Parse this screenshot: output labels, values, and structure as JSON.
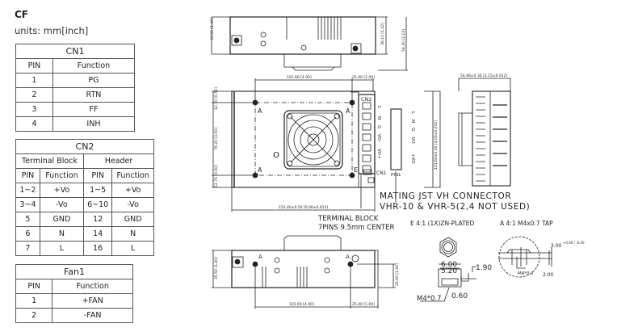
{
  "header": {
    "title": "CF",
    "units": "units: mm[inch]"
  },
  "cn1": {
    "title": "CN1",
    "columns": [
      "PIN",
      "Function"
    ],
    "rows": [
      [
        "1",
        "PG"
      ],
      [
        "2",
        "RTN"
      ],
      [
        "3",
        "FF"
      ],
      [
        "4",
        "INH"
      ]
    ]
  },
  "cn2": {
    "title": "CN2",
    "groups": [
      "Terminal Block",
      "Header"
    ],
    "columns": [
      "PIN",
      "Function",
      "PIN",
      "Function"
    ],
    "rows": [
      [
        "1~2",
        "+Vo",
        "1~5",
        "+Vo"
      ],
      [
        "3~4",
        "-Vo",
        "6~10",
        "-Vo"
      ],
      [
        "5",
        "GND",
        "12",
        "GND"
      ],
      [
        "6",
        "N",
        "14",
        "N"
      ],
      [
        "7",
        "L",
        "16",
        "L"
      ]
    ]
  },
  "fan1": {
    "title": "Fan1",
    "columns": [
      "PIN",
      "Function"
    ],
    "rows": [
      [
        "1",
        "+FAN"
      ],
      [
        "2",
        "-FAN"
      ]
    ]
  },
  "drawing": {
    "dims": {
      "d101": "101.60 [4.00]",
      "d25": "25.40 [1.00]",
      "d152": "152.40±0.50 [6.00±0.012]",
      "d101v": "101.60±0.30 [4.00±0.012]",
      "d54w": "54.46±0.30 [2.15±0.012]",
      "d12a": "12.70 [0.50]",
      "d76": "76.20 [3.00]",
      "d12b": "12.70 [0.50]",
      "d35": "35.50 [1.40]",
      "d36": "36.10 [1.42]",
      "d54h": "54.30 [2.14]",
      "d35b": "35.50 [1.40]",
      "d25v": "25.40 [1.00]",
      "d101b": "101.60 [4.00]",
      "d25b": "25.40 [1.00]"
    },
    "labels": {
      "cn2": "CN2",
      "cn1": "CN1",
      "pin1": "PIN1",
      "a": "A",
      "e": "E",
      "o": "O",
      "tb_pins": [
        "L",
        "N",
        "G",
        "VO-",
        "VO+"
      ],
      "hdr_pins": [
        "L",
        "N",
        "G",
        "-VO",
        "+VO"
      ]
    },
    "notes": {
      "mating1": "MATING JST VH CONNECTOR",
      "mating2": "VHR-10 & VHR-5(2,4 NOT USED)",
      "tb1": "TERMINAL BLOCK",
      "tb2": "7PINS 9.5mm CENTER",
      "e_detail": "E 4:1 (1X)ZN-PLATED",
      "a_detail": "A 4:1 M4x0.7 TAP"
    },
    "nut": {
      "d600": "6.00",
      "d520": "5.20",
      "d190": "1.90",
      "m4": "M4*0.7",
      "d060": "0.60"
    },
    "tap": {
      "d300": "3.00",
      "tol": "+0.00 / -0.20",
      "m4": "M4*0.7",
      "d200": "2.00"
    }
  }
}
